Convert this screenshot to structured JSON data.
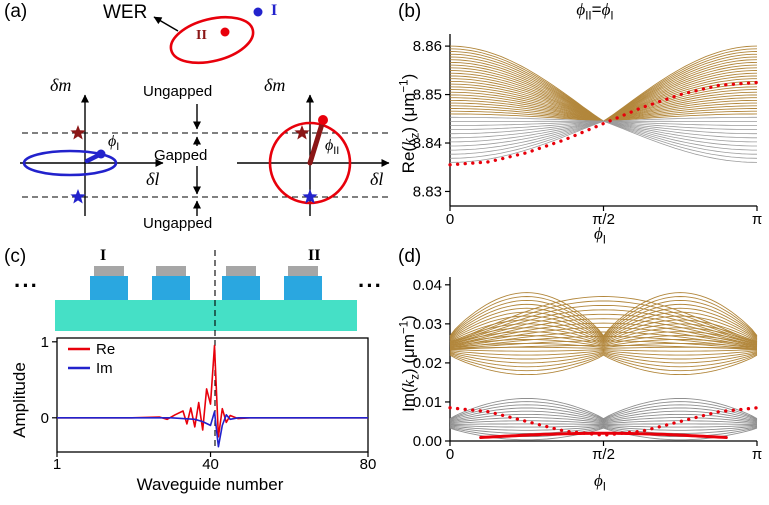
{
  "colors": {
    "red": "#e8000b",
    "dark_red": "#8b1616",
    "blue": "#2222cc",
    "brown": "#b2873c",
    "gray_band": "#9c9c9c",
    "cyan_slab": "#45e0c6",
    "waveguide_blue": "#2aa7e0",
    "cap_gray": "#a6a6a6"
  },
  "panels": {
    "a": {
      "label": "(a)",
      "wer": "WER",
      "marker_I": "I",
      "marker_II": "II",
      "axis_y": "δm",
      "axis_x": "δl",
      "phi": "ϕ",
      "phi_I_sub": "I",
      "phi_II_sub": "II",
      "ungapped_top": "Ungapped",
      "gapped": "Gapped",
      "ungapped_bottom": "Ungapped"
    },
    "b": {
      "label": "(b)"
    },
    "c": {
      "label": "(c)",
      "marker_I": "I",
      "marker_II": "II",
      "dots_left": "···",
      "dots_right": "···",
      "ylabel": "Amplitude",
      "xlabel": "Waveguide  number"
    },
    "d": {
      "label": "(d)"
    }
  },
  "chart_data": [
    {
      "id": "b",
      "type": "line",
      "title_parts": {
        "t1": "ϕ",
        "t1s": "II",
        "t2": "=",
        "t3": "ϕ",
        "t3s": "I"
      },
      "ylabel_parts": {
        "pre": "Re(",
        "k": "k",
        "sub": "z",
        "mid": ") (μm",
        "sup": "−1",
        "post": ")"
      },
      "xlabel_parts": {
        "base": "ϕ",
        "sub": "I"
      },
      "xlim": [
        0,
        3.14159
      ],
      "ylim": [
        8.827,
        8.8625
      ],
      "x_ticks": [
        {
          "value": 0,
          "label": "0"
        },
        {
          "value": 1.5708,
          "label": "π/2"
        },
        {
          "value": 3.14159,
          "label": "π"
        }
      ],
      "y_ticks": [
        {
          "value": 8.83,
          "label": "8.83"
        },
        {
          "value": 8.84,
          "label": "8.84"
        },
        {
          "value": 8.85,
          "label": "8.85"
        },
        {
          "value": 8.86,
          "label": "8.86"
        }
      ],
      "band_families": [
        {
          "name": "bulk-band-upper",
          "shape": "abscos",
          "center": 8.8445,
          "spread": 0,
          "amp_min": 0.0015,
          "amp_max": 0.0155,
          "count": 26,
          "color": "#b2873c",
          "width": 0.9
        },
        {
          "name": "bulk-band-lower",
          "shape": "abscos",
          "center": 8.8445,
          "spread": 0,
          "amp_min": -0.0085,
          "amp_max": 0.0008,
          "count": 12,
          "color": "#9c9c9c",
          "width": 0.8
        }
      ],
      "curves": [
        {
          "name": "wer-edge-mode-dotted",
          "style": "dotted",
          "color": "#e8000b",
          "width": 3.3,
          "phi": [
            0,
            0.3927,
            0.7854,
            1.1781,
            1.5708,
            1.9635,
            2.3562,
            2.7489,
            3.14159
          ],
          "value": [
            8.8355,
            8.8361,
            8.838,
            8.8407,
            8.844,
            8.8473,
            8.85,
            8.8519,
            8.8525
          ]
        }
      ]
    },
    {
      "id": "c",
      "type": "line",
      "xlim": [
        1,
        80
      ],
      "ylim": [
        -0.45,
        1.05
      ],
      "x_ticks": [
        {
          "value": 1,
          "label": "1"
        },
        {
          "value": 40,
          "label": "40"
        },
        {
          "value": 80,
          "label": "80"
        }
      ],
      "y_ticks": [
        {
          "value": 0,
          "label": "0"
        },
        {
          "value": 1,
          "label": "1"
        }
      ],
      "legend": [
        {
          "label": "Re",
          "color": "#e8000b"
        },
        {
          "label": "Im",
          "color": "#2222cc"
        }
      ],
      "dashed_guide_x": 41,
      "series": [
        {
          "name": "Re",
          "color": "#e8000b",
          "width": 1.6,
          "x": [
            1,
            20,
            27,
            29,
            31,
            33,
            34,
            35,
            36,
            37,
            38,
            39,
            40,
            41,
            42,
            43,
            44,
            45,
            47,
            50,
            80
          ],
          "y": [
            0,
            0,
            0.01,
            -0.02,
            0.04,
            0.09,
            -0.08,
            0.13,
            -0.12,
            0.2,
            -0.16,
            0.38,
            0.18,
            0.95,
            -0.25,
            0.12,
            -0.06,
            0.03,
            -0.01,
            0,
            0
          ]
        },
        {
          "name": "Im",
          "color": "#2222cc",
          "width": 1.6,
          "x": [
            1,
            30,
            36,
            38,
            40,
            41,
            42,
            43,
            44,
            45,
            47,
            80
          ],
          "y": [
            0,
            0,
            -0.02,
            -0.05,
            -0.1,
            0.08,
            -0.38,
            -0.1,
            0.04,
            -0.02,
            0,
            0
          ]
        }
      ]
    },
    {
      "id": "d",
      "type": "line",
      "ylabel_parts": {
        "pre": "Im(",
        "k": "k",
        "sub": "z",
        "mid": ") (μm",
        "sup": "−1",
        "post": ")"
      },
      "xlabel_parts": {
        "base": "ϕ",
        "sub": "I"
      },
      "xlim": [
        0,
        3.14159
      ],
      "ylim": [
        0,
        0.042
      ],
      "x_ticks": [
        {
          "value": 0,
          "label": "0"
        },
        {
          "value": 1.5708,
          "label": "π/2"
        },
        {
          "value": 3.14159,
          "label": "π"
        }
      ],
      "y_ticks": [
        {
          "value": 0,
          "label": "0.00"
        },
        {
          "value": 0.01,
          "label": "0.01"
        },
        {
          "value": 0.02,
          "label": "0.02"
        },
        {
          "value": 0.03,
          "label": "0.03"
        },
        {
          "value": 0.04,
          "label": "0.04"
        }
      ],
      "band_families": [
        {
          "name": "bulk-lens-upper",
          "shape": "lens",
          "center": 0.0245,
          "spread": 0.0025,
          "amp_min": -0.005,
          "amp_max": 0.011,
          "count": 22,
          "color": "#b2873c",
          "width": 0.9
        },
        {
          "name": "bulk-arc-upper",
          "shape": "arc",
          "center": 0.0245,
          "spread": 0.001,
          "amp_min": 0.001,
          "amp_max": 0.0115,
          "count": 12,
          "color": "#b2873c",
          "width": 0.9
        },
        {
          "name": "bulk-lens-lower",
          "shape": "lens",
          "center": 0.0045,
          "spread": 0.0012,
          "amp_min": -0.003,
          "amp_max": 0.0052,
          "count": 14,
          "color": "#8f8f8f",
          "width": 0.9
        }
      ],
      "curves": [
        {
          "name": "wer-edge-mode-dotted",
          "style": "dotted",
          "color": "#e8000b",
          "width": 3.3,
          "phi": [
            0,
            0.3927,
            0.7854,
            1.1781,
            1.5708,
            1.9635,
            2.3562,
            2.7489,
            3.14159
          ],
          "value": [
            0.0085,
            0.0075,
            0.005,
            0.0025,
            0.0015,
            0.0025,
            0.005,
            0.0075,
            0.0085
          ]
        },
        {
          "name": "edge-mode-solid",
          "style": "solid",
          "color": "#e8000b",
          "width": 3,
          "phi": [
            0.314,
            0.628,
            0.942,
            1.257,
            1.571,
            1.885,
            2.199,
            2.513,
            2.827
          ],
          "value": [
            0.0009,
            0.0013,
            0.0017,
            0.0019,
            0.002,
            0.0019,
            0.0017,
            0.0013,
            0.0009
          ]
        }
      ]
    }
  ]
}
